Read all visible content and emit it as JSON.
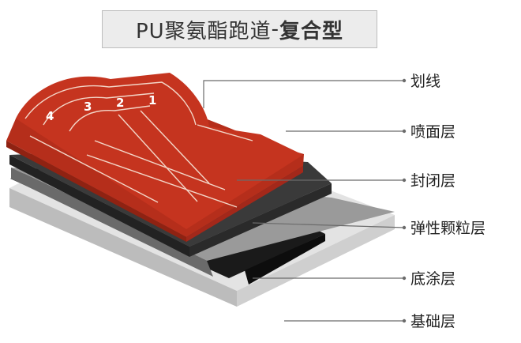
{
  "title": {
    "main": "PU聚氨酯跑道",
    "sep": "-",
    "type": "复合型"
  },
  "lanes": [
    "4",
    "3",
    "2",
    "1"
  ],
  "layers": [
    {
      "id": "marking",
      "label": "划线"
    },
    {
      "id": "spray",
      "label": "喷面层"
    },
    {
      "id": "sealing",
      "label": "封闭层"
    },
    {
      "id": "elastic",
      "label": "弹性颗粒层"
    },
    {
      "id": "primer",
      "label": "底涂层"
    },
    {
      "id": "base",
      "label": "基础层"
    }
  ],
  "colors": {
    "track_red": "#c5341f",
    "track_red_dark": "#9e2414",
    "track_line": "#f3d6c8",
    "sealing": "#2e2e2e",
    "elastic": "#7a7a7a",
    "primer": "#151515",
    "base": "#d9d9d9"
  }
}
